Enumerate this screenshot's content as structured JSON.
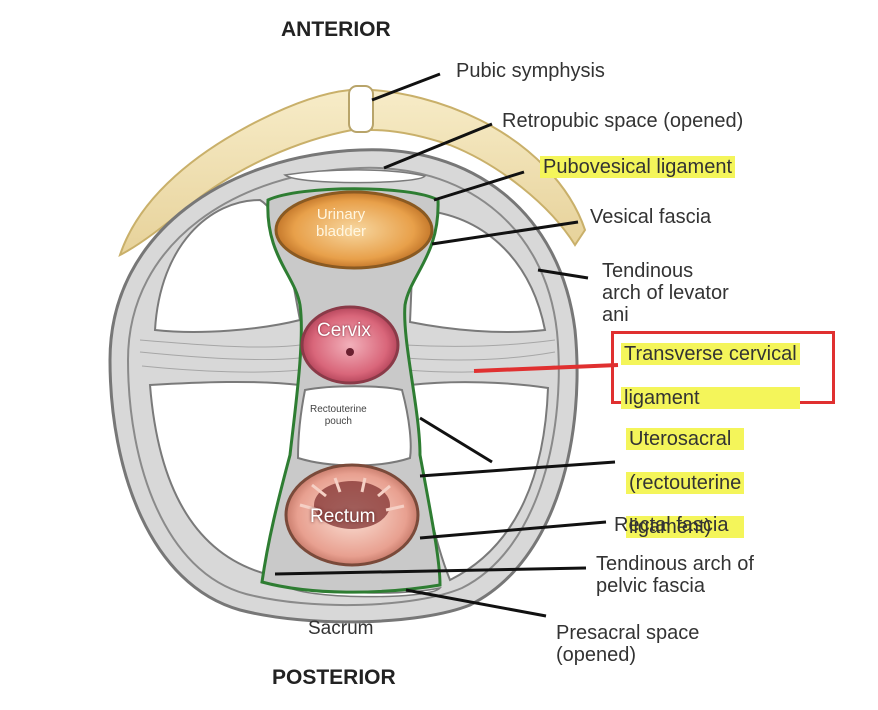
{
  "headings": {
    "anterior": "ANTERIOR",
    "posterior": "POSTERIOR"
  },
  "organs": {
    "bladder": [
      "Urinary",
      "bladder"
    ],
    "cervix": "Cervix",
    "pouch": [
      "Rectouterine",
      "pouch"
    ],
    "rectum": "Rectum",
    "sacrum": "Sacrum"
  },
  "labels": {
    "pubic_symphysis": "Pubic symphysis",
    "retropubic_space": "Retropubic space (opened)",
    "pubovesical_ligament": "Pubovesical ligament",
    "vesical_fascia": "Vesical fascia",
    "tendinous_arch_levator": [
      "Tendinous",
      "arch of levator",
      "ani"
    ],
    "transverse_cervical": [
      "Transverse cervical",
      "ligament"
    ],
    "uterosacral": [
      "Uterosacral",
      "(rectouterine",
      "ligament)"
    ],
    "rectal_fascia": "Rectal fascia",
    "tendinous_arch_pelvic": [
      "Tendinous arch of",
      "pelvic fascia"
    ],
    "presacral_space": [
      "Presacral space",
      "(opened)"
    ]
  },
  "colors": {
    "highlight": "#f4f55a",
    "callout_box": "#e03030",
    "fascia_green": "#2e7d32",
    "bladder": "#e8a04a",
    "cervix": "#d9667a",
    "rectum": "#e8a090",
    "bone": "#f3e5b8"
  }
}
